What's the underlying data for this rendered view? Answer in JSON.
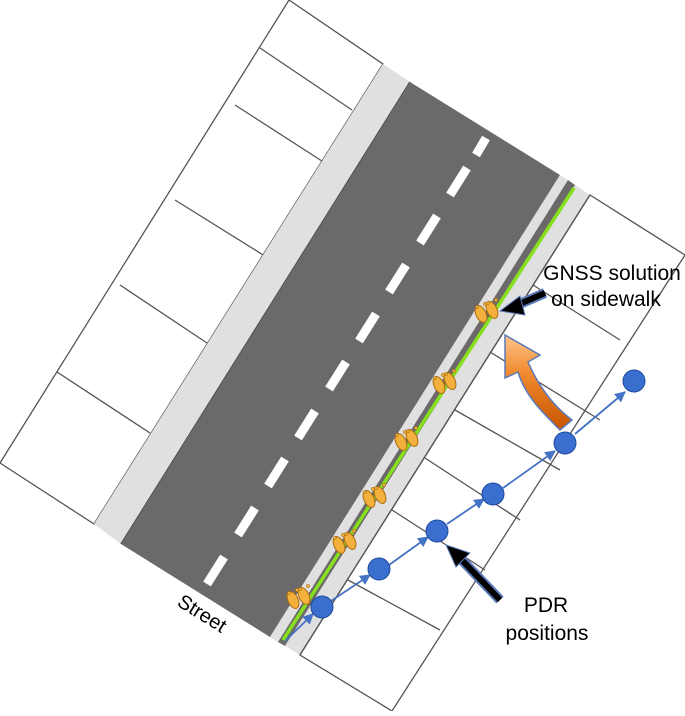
{
  "labels": {
    "gnss_line1": "GNSS solution",
    "gnss_line2": "on sidewalk",
    "pdr_line1": "PDR",
    "pdr_line2": "positions",
    "street": "Street"
  },
  "icons": [
    "footprint-icon",
    "arrow-icon",
    "curved-arrow-icon"
  ],
  "colors": {
    "road": "#6b6969",
    "sidewalk": "#e0e0e0",
    "gnss_track": "#86e01e",
    "pdr_point": "#3a6fd0",
    "pdr_line": "#4472c4",
    "footprint": "#f4b03c",
    "curved_arrow": "#e06a10"
  }
}
